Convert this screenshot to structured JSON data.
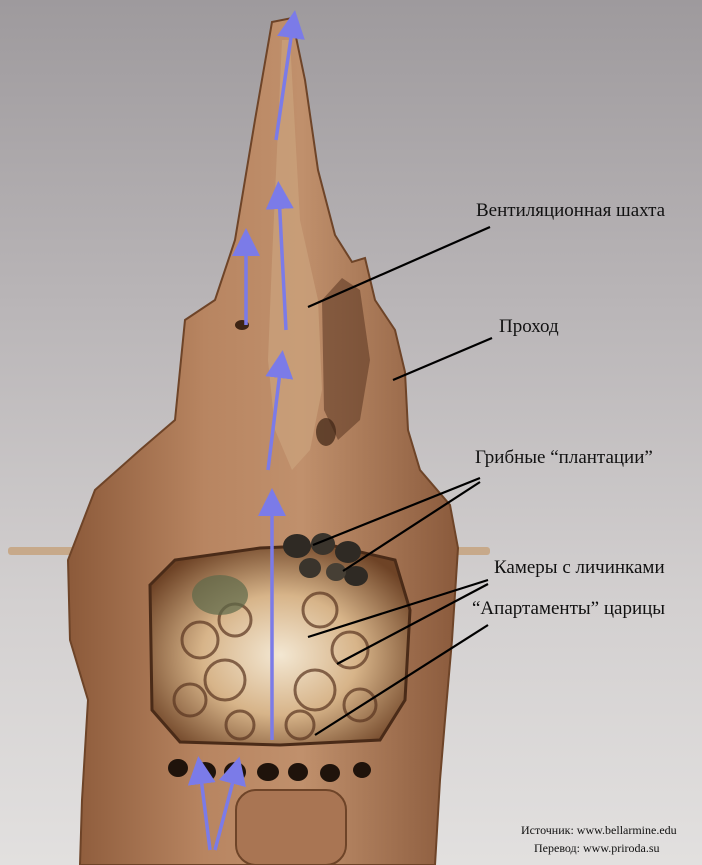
{
  "labels": {
    "ventilation_shaft": "Вентиляционная шахта",
    "passage": "Проход",
    "fungus_gardens": "Грибные “плантации”",
    "larva_chambers": "Камеры с личинками",
    "queen_chamber": "“Апартаменты” царицы"
  },
  "credits": {
    "source": "Источник: www.bellarmine.edu",
    "translation": "Перевод: www.priroda.su"
  },
  "colors": {
    "arrow": "#7b7be8",
    "leader_line": "#000000",
    "mound": "#b07c55"
  }
}
